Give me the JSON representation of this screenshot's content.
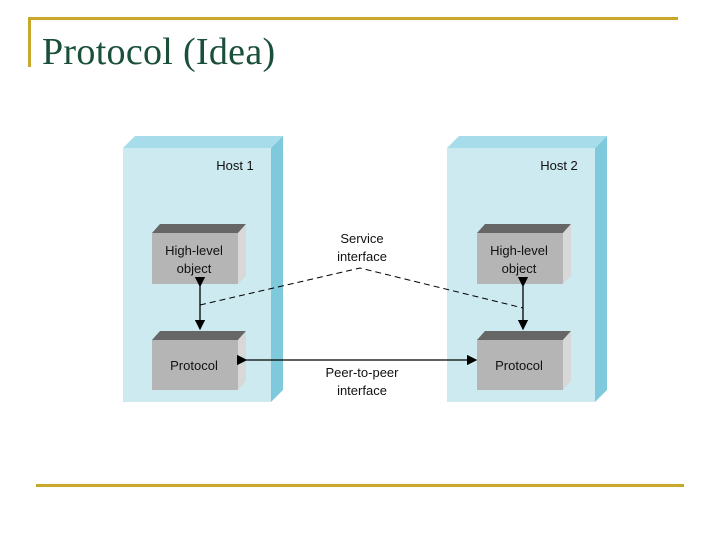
{
  "slide": {
    "title": "Protocol (Idea)"
  },
  "diagram": {
    "host1": "Host 1",
    "host2": "Host 2",
    "high_level_line1": "High-level",
    "high_level_line2": "object",
    "protocol": "Protocol",
    "service_line1": "Service",
    "service_line2": "interface",
    "peer_line1": "Peer-to-peer",
    "peer_line2": "interface"
  },
  "colors": {
    "frame": "#c8a82b",
    "title": "#1a4f3a",
    "host_front": "#cdeaf1",
    "host_side": "#7fc9dd",
    "host_top": "#a7dceb",
    "box_front": "#b5b5b5",
    "box_side": "#d8d8d8",
    "box_top": "#666666"
  }
}
